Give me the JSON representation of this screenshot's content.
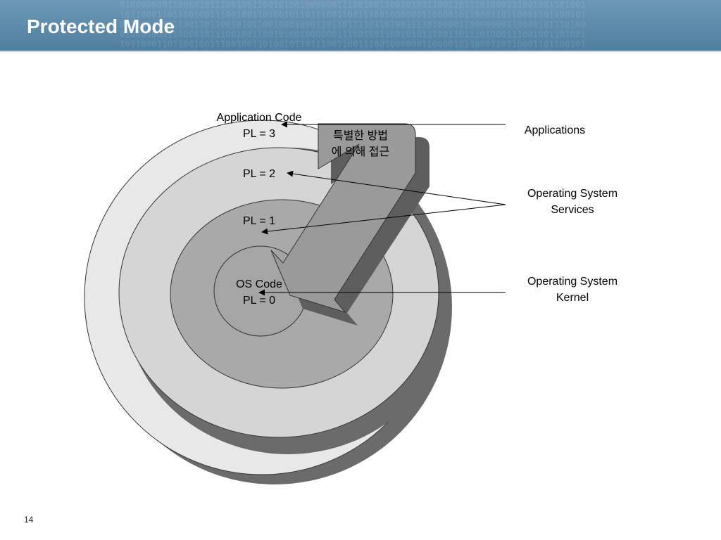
{
  "slide": {
    "title": "Protected Mode",
    "page_number": "14",
    "binary_pattern": [
      "0100000001100001011100100110010100100000011100100110010101110011011101000111001001101001",
      "1011000110110010011100100110100101101110011001110010000001100001011000110110001101100101",
      "0111001101110011011001010110010001000110110111101101001111010000110000000110000101110100"
    ]
  },
  "rings": {
    "pl3": {
      "line1": "Application Code",
      "line2": "PL = 3"
    },
    "pl2": {
      "label": "PL = 2"
    },
    "pl1": {
      "label": "PL = 1"
    },
    "pl0": {
      "line1": "OS Code",
      "line2": "PL = 0"
    }
  },
  "special_access": {
    "line1": "특별한 방법",
    "line2": "에 의해 접근"
  },
  "callouts": {
    "applications": "Applications",
    "os_services": {
      "line1": "Operating System",
      "line2": "Services"
    },
    "os_kernel": {
      "line1": "Operating System",
      "line2": "Kernel"
    }
  }
}
